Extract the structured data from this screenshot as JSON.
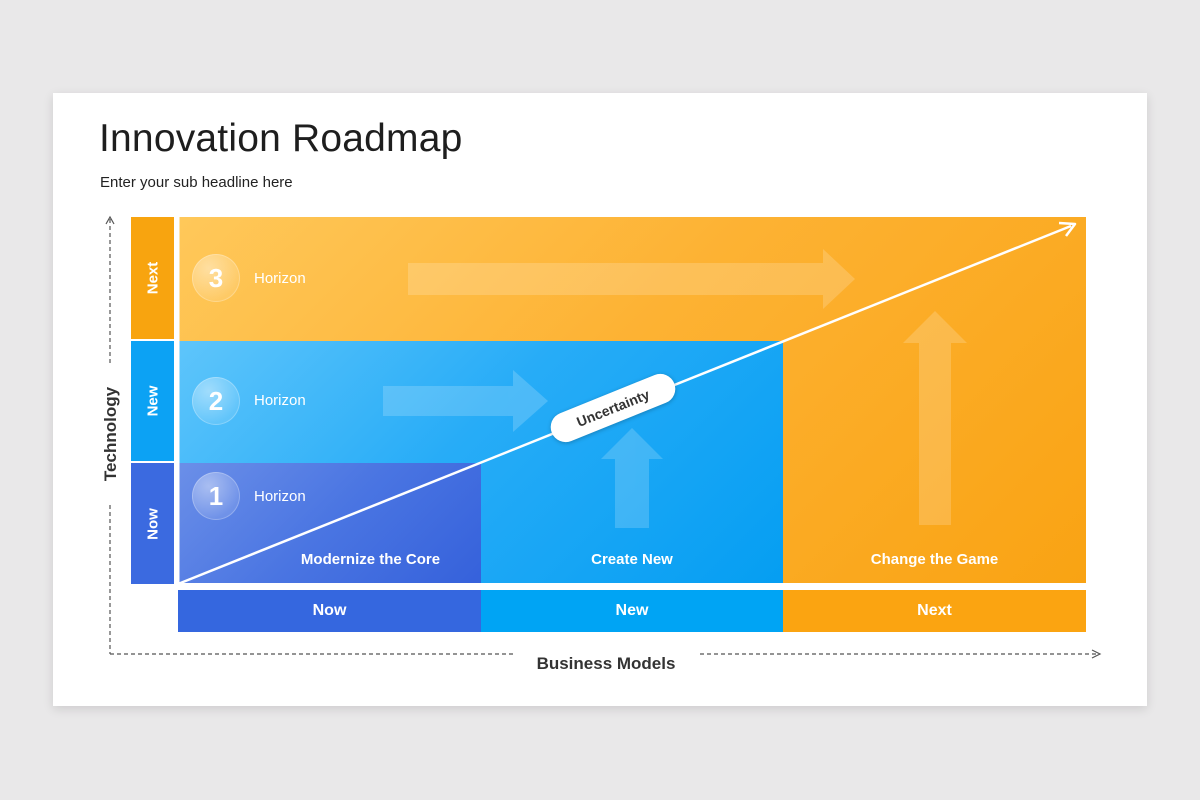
{
  "slide": {
    "title": "Innovation Roadmap",
    "subtitle": "Enter your sub headline here"
  },
  "axes": {
    "y_label": "Technology",
    "x_label": "Business Models"
  },
  "y_categories": [
    "Next",
    "New",
    "Now"
  ],
  "x_categories": [
    "Now",
    "New",
    "Next"
  ],
  "horizons": [
    {
      "number": "3",
      "label": "Horizon"
    },
    {
      "number": "2",
      "label": "Horizon"
    },
    {
      "number": "1",
      "label": "Horizon"
    }
  ],
  "columns": [
    "Modernize the Core",
    "Create New",
    "Change the Game"
  ],
  "diagonal_label": "Uncertainty",
  "colors": {
    "orange": "#fba413",
    "blue": "#0ea4f3",
    "indigo": "#3a6be0"
  }
}
